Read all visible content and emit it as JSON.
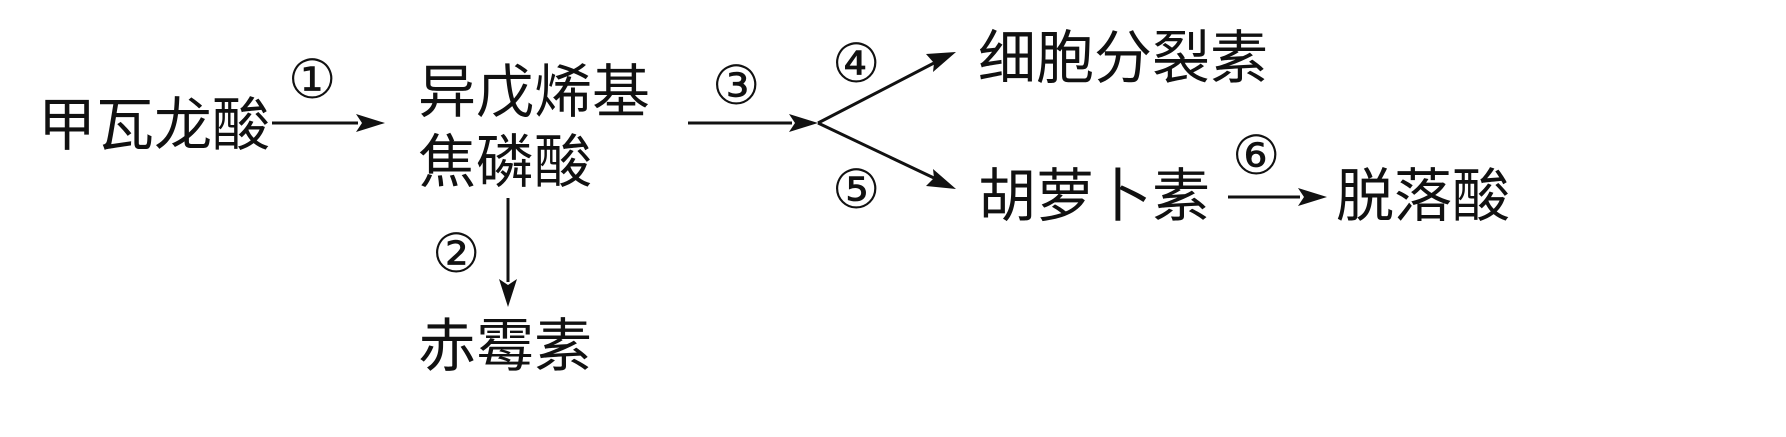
{
  "nodes": {
    "mevalonic_acid": "甲瓦龙酸",
    "ipp_line1": "异戊烯基",
    "ipp_line2": "焦磷酸",
    "gibberellin": "赤霉素",
    "cytokinin": "细胞分裂素",
    "carotene": "胡萝卜素",
    "abscisic_acid": "脱落酸"
  },
  "steps": {
    "s1": "①",
    "s2": "②",
    "s3": "③",
    "s4": "④",
    "s5": "⑤",
    "s6": "⑥"
  },
  "colors": {
    "ink": "#111111",
    "background": "#ffffff"
  }
}
